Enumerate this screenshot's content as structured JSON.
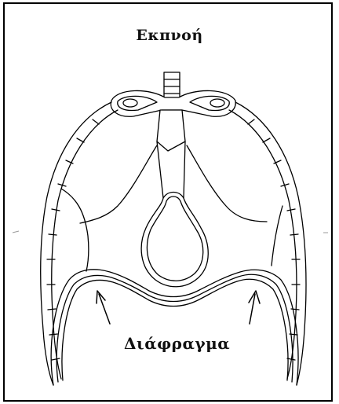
{
  "figure": {
    "title": "Εκπνοή",
    "caption": "Διάφραγμα",
    "line_color": "#000000",
    "background_color": "#ffffff",
    "arrows": [
      {
        "name": "left-arrow",
        "direction": "up"
      },
      {
        "name": "right-arrow",
        "direction": "up"
      }
    ]
  }
}
